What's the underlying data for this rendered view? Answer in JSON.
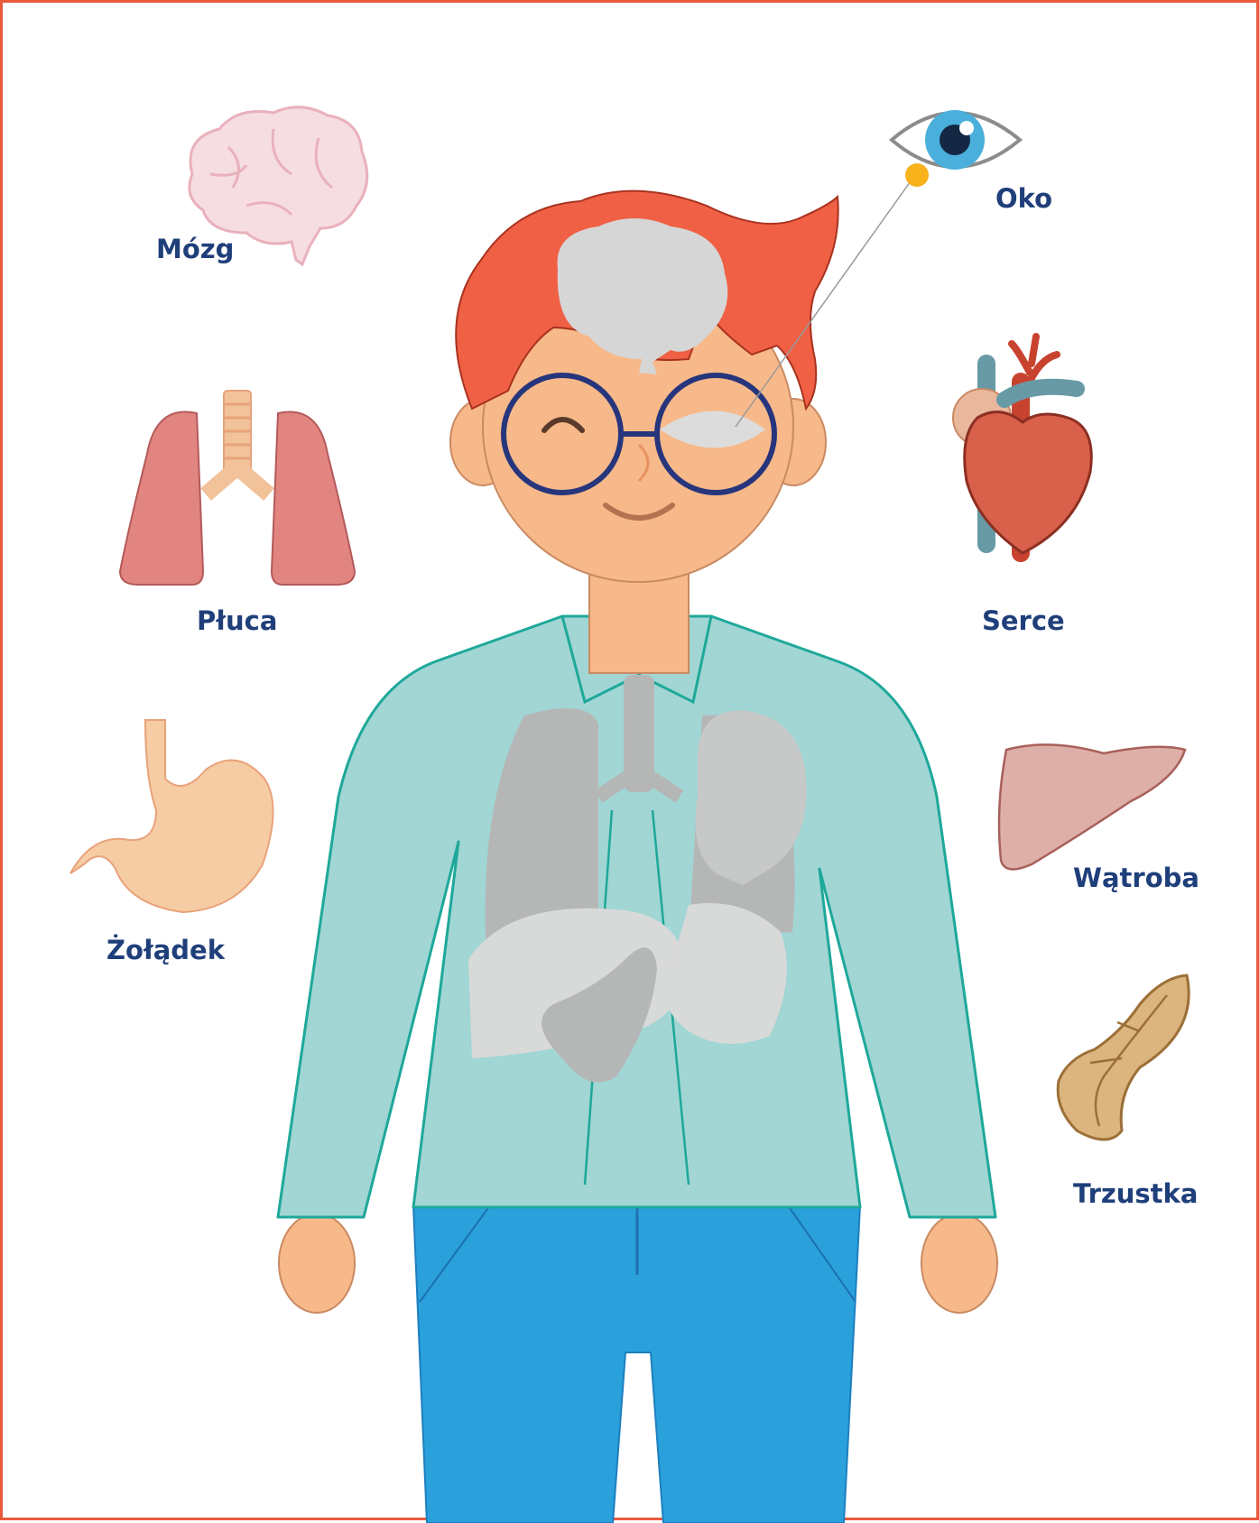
{
  "labels": {
    "brain": "Mózg",
    "eye": "Oko",
    "lungs": "Płuca",
    "heart": "Serce",
    "stomach": "Żołądek",
    "liver": "Wątroba",
    "pancreas": "Trzustka"
  },
  "colors": {
    "border": "#e85a3c",
    "label_text": "#1f3f7a",
    "hair": "#f06045",
    "skin": "#f7b98a",
    "shirt": "#a1d6d4",
    "shirt_outline": "#1ea89a",
    "jeans": "#2aa1db",
    "glasses": "#27357c",
    "ghost_organ": "#b5b7b7",
    "eye_pointer": "#f7b21c"
  }
}
